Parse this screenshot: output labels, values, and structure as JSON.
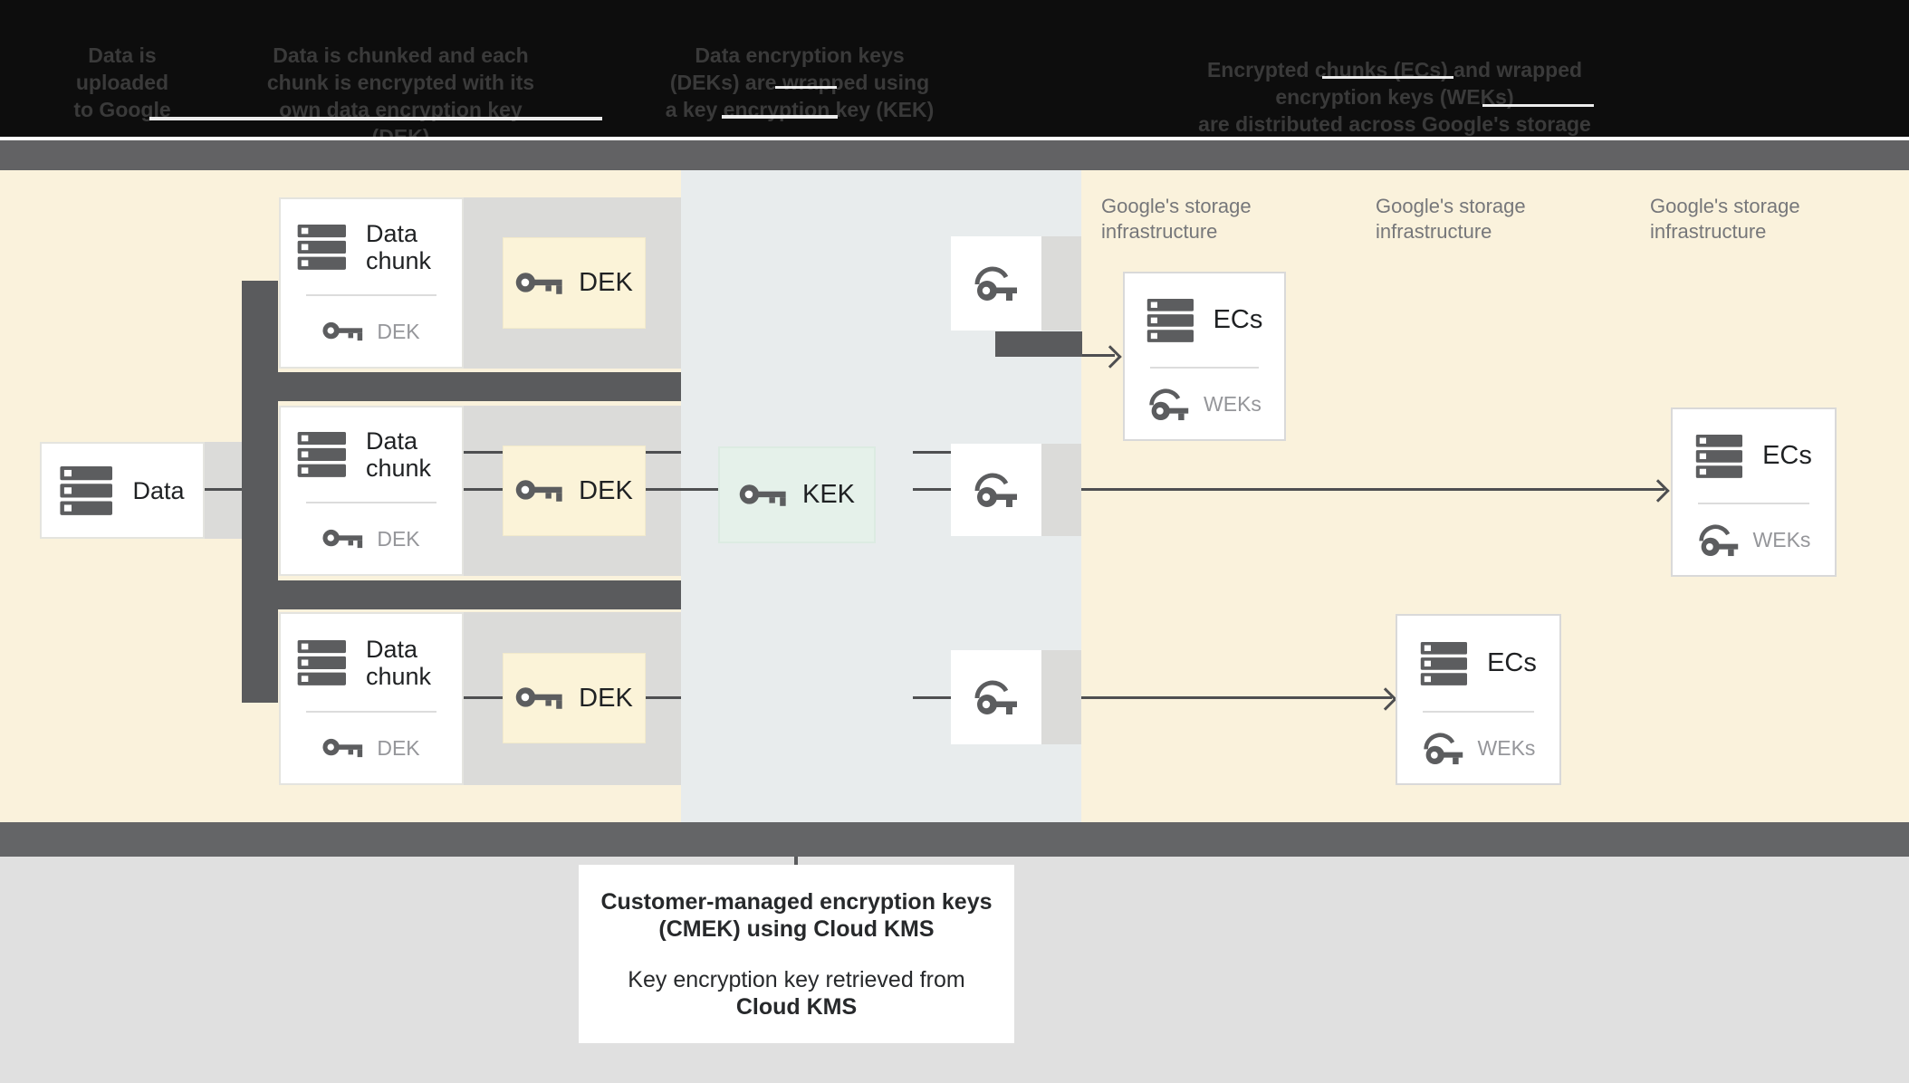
{
  "header": {
    "columns": [
      {
        "lines": [
          "Data is",
          "uploaded",
          "to Google"
        ]
      },
      {
        "lines": [
          "Data is chunked and each",
          "chunk is encrypted with its",
          "own data encryption key (DEK)"
        ]
      },
      {
        "lines": [
          "Data encryption keys",
          "(DEKs) are wrapped using",
          "a key encryption key (KEK)"
        ]
      },
      {
        "lines": [
          "Encrypted chunks (ECs) and wrapped encryption keys (WEKs)",
          "are distributed across Google's storage infrastructure"
        ]
      }
    ]
  },
  "diagram": {
    "data_label": "Data",
    "chunk_rows": [
      {
        "title": "Data chunk",
        "key_label": "DEK"
      },
      {
        "title": "Data chunk",
        "key_label": "DEK"
      },
      {
        "title": "Data chunk",
        "key_label": "DEK"
      }
    ],
    "dek_labels": [
      "DEK",
      "DEK",
      "DEK"
    ],
    "kek_label": "KEK",
    "storage_labels": [
      "Google's storage infrastructure",
      "Google's storage infrastructure",
      "Google's storage infrastructure"
    ],
    "ecs_boxes": [
      {
        "title": "ECs",
        "key_label": "WEKs"
      },
      {
        "title": "ECs",
        "key_label": "WEKs"
      },
      {
        "title": "ECs",
        "key_label": "WEKs"
      }
    ]
  },
  "footer": {
    "title_line1": "Customer-managed encryption keys",
    "title_line2": "(CMEK) using Cloud KMS",
    "body_line1": "Key encryption key retrieved from",
    "body_line2": "Cloud KMS"
  },
  "colors": {
    "cream_background": "#FAF2DC",
    "kms_column": "#E8ECED",
    "dark_connector": "#5A5B5D",
    "dek_box_fill": "#FBF3D8",
    "kek_box_fill": "#E5F1EA",
    "icon_gray": "#5C5D5F"
  }
}
